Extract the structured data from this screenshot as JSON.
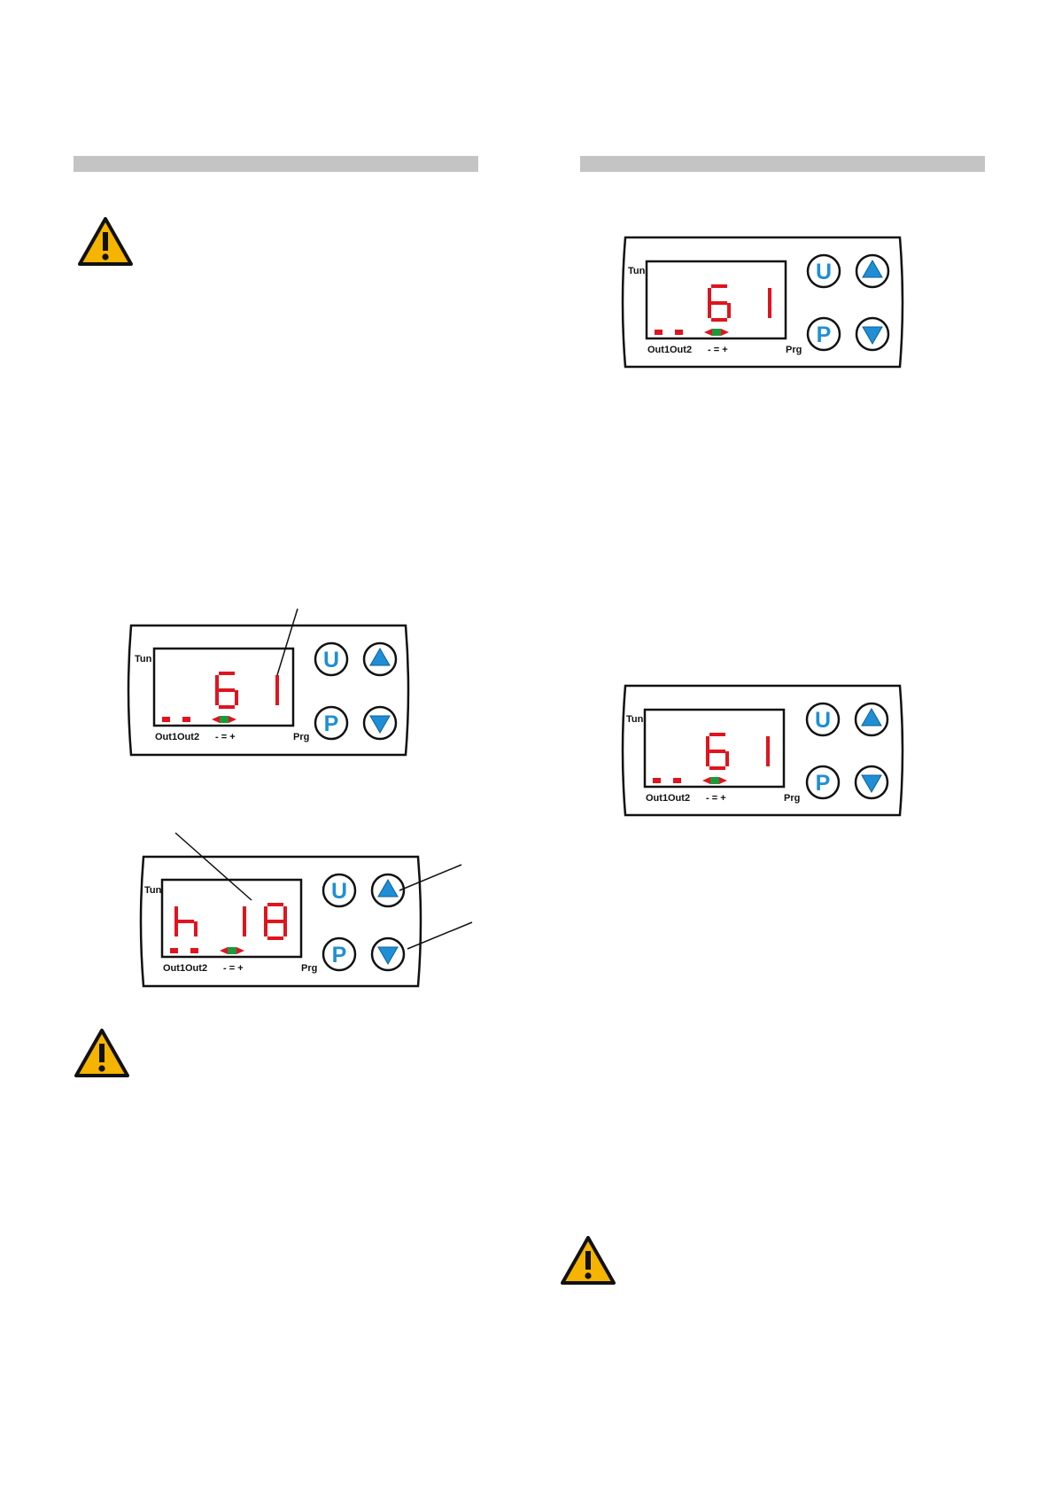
{
  "panels": [
    {
      "id": "panel-left-1",
      "label_tun": "Tun",
      "label_out1": "Out1",
      "label_out2": "Out2",
      "label_signs": "- = +",
      "label_prg": "Prg",
      "btn_u": "U",
      "btn_p": "P",
      "display_left_char": "",
      "display_digits": "61"
    },
    {
      "id": "panel-left-2",
      "label_tun": "Tun",
      "label_out1": "Out1",
      "label_out2": "Out2",
      "label_signs": "- = +",
      "label_prg": "Prg",
      "btn_u": "U",
      "btn_p": "P",
      "display_left_char": "h",
      "display_digits": "18"
    },
    {
      "id": "panel-right-1",
      "label_tun": "Tun",
      "label_out1": "Out1",
      "label_out2": "Out2",
      "label_signs": "- = +",
      "label_prg": "Prg",
      "btn_u": "U",
      "btn_p": "P",
      "display_left_char": "",
      "display_digits": "61"
    },
    {
      "id": "panel-right-2",
      "label_tun": "Tun",
      "label_out1": "Out1",
      "label_out2": "Out2",
      "label_signs": "- = +",
      "label_prg": "Prg",
      "btn_u": "U",
      "btn_p": "P",
      "display_left_char": "",
      "display_digits": "61"
    }
  ],
  "icons": {
    "warning": "warning-triangle-icon",
    "arrow_up": "arrow-up-icon",
    "arrow_down": "arrow-down-icon"
  },
  "colors": {
    "header_bar": "#c4c4c4",
    "warning_yellow": "#f5b400",
    "segment_red": "#e0141e",
    "button_blue": "#1e8fd6",
    "led_green": "#1a9a3a"
  }
}
